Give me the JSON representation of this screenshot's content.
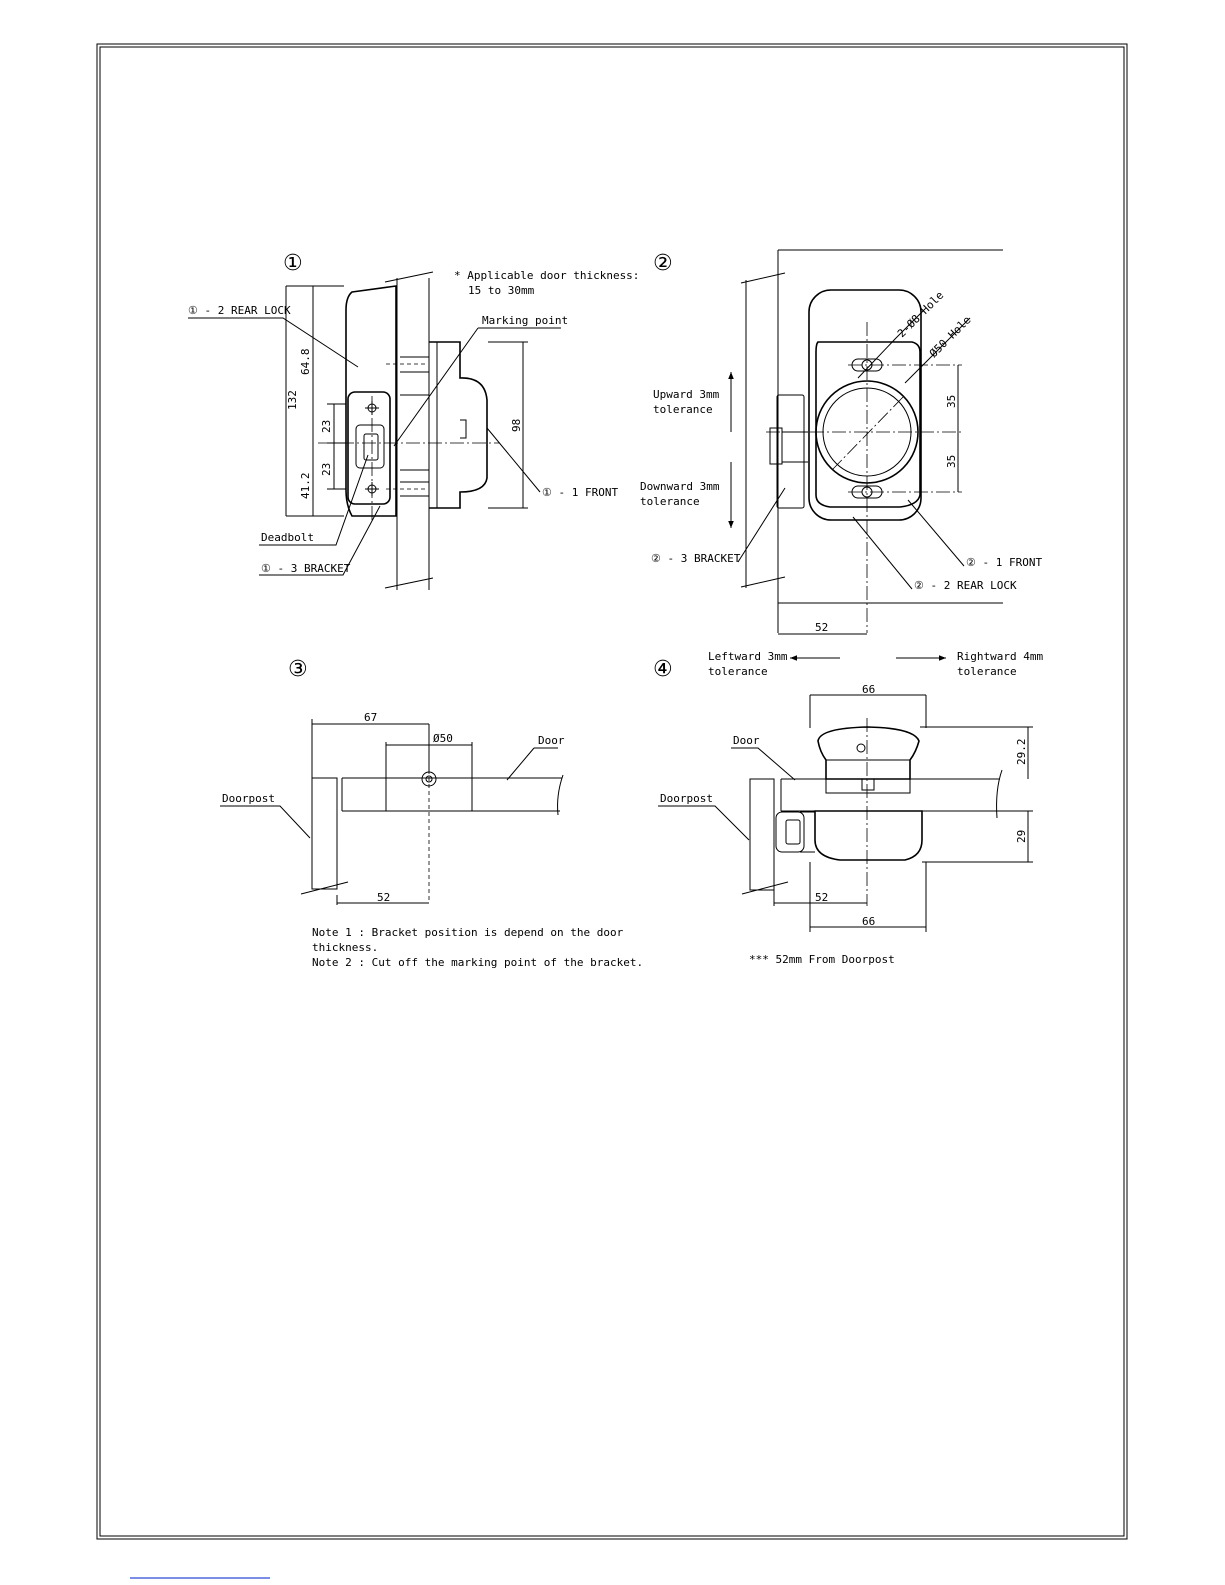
{
  "views": {
    "v1": {
      "number": "①",
      "note_door_thickness_1": "* Applicable door thickness:",
      "note_door_thickness_2": "15 to 30mm",
      "rear_lock": "① - 2 REAR LOCK",
      "marking_point": "Marking point",
      "front": "① - 1 FRONT",
      "deadbolt": "Deadbolt",
      "bracket": "① - 3 BRACKET",
      "dim_132": "132",
      "dim_64_8": "64.8",
      "dim_41_2": "41.2",
      "dim_23a": "23",
      "dim_23b": "23",
      "dim_98": "98"
    },
    "v2": {
      "number": "②",
      "hole_small": "2-Ø8 Hole",
      "hole_large": "Ø50 Hole",
      "upward_1": "Upward 3mm",
      "upward_2": "tolerance",
      "downward_1": "Downward 3mm",
      "downward_2": "tolerance",
      "bracket": "② - 3 BRACKET",
      "front": "② - 1 FRONT",
      "rear_lock": "② - 2 REAR LOCK",
      "dim_35a": "35",
      "dim_35b": "35",
      "dim_52": "52"
    },
    "v3": {
      "number": "③",
      "dim_67": "67",
      "dim_50": "Ø50",
      "door": "Door",
      "doorpost": "Doorpost",
      "dim_52": "52",
      "note1_1": "Note 1 : Bracket position is depend on the door",
      "note1_2": "thickness.",
      "note2": "Note 2 : Cut off the marking point of the bracket."
    },
    "v4": {
      "number": "④",
      "leftward_1": "Leftward 3mm",
      "leftward_2": "tolerance",
      "rightward_1": "Rightward 4mm",
      "rightward_2": "tolerance",
      "dim_66_top": "66",
      "door": "Door",
      "doorpost": "Doorpost",
      "dim_29_2": "29.2",
      "dim_29": "29",
      "dim_52": "52",
      "dim_66_bottom": "66",
      "note": "*** 52mm From Doorpost"
    }
  },
  "colors": {
    "footer_link": "#2a4bd7"
  }
}
